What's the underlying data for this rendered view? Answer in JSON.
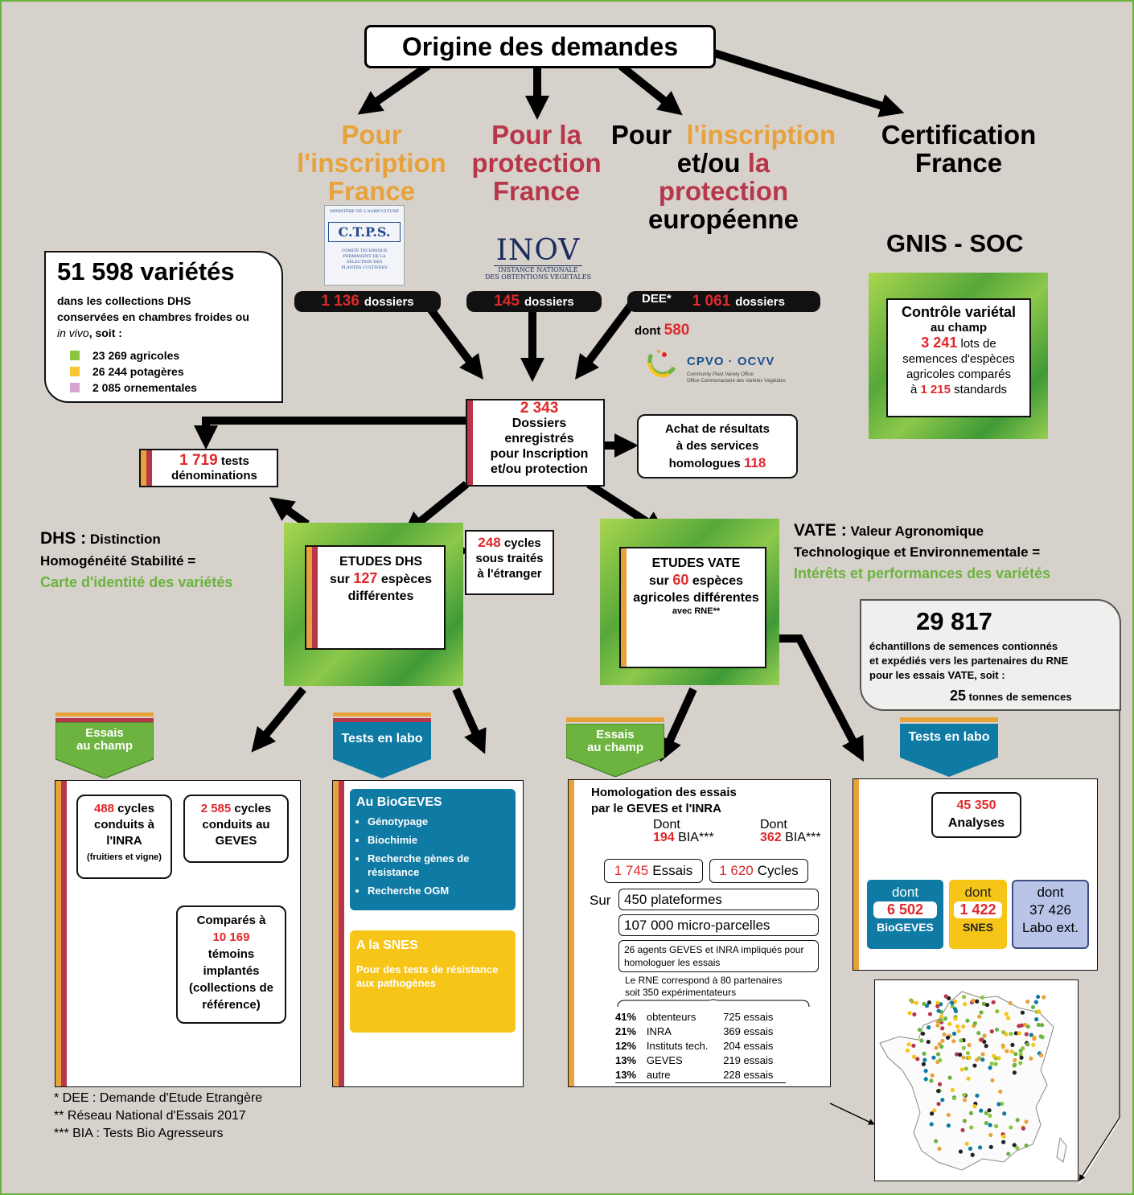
{
  "title": "Origine des demandes",
  "branches": {
    "insc_fr": [
      "Pour",
      "l'inscription",
      "France"
    ],
    "prot_fr": [
      "Pour la",
      "protection",
      "France"
    ],
    "europe": {
      "pour": "Pour",
      "insc": "l'inscription",
      "etou": "et/ou",
      "prot": "la protection",
      "euro": "européenne"
    },
    "cert": [
      "Certification",
      "France"
    ]
  },
  "logos": {
    "ctps": {
      "acro": "C.T.P.S.",
      "top": "MINISTÈRE DE L'AGRICULTURE",
      "sub": "COMITÉ TECHNIQUE PERMANENT DE LA SÉLECTION DES PLANTES CULTIVÉES"
    },
    "inov": {
      "name": "INOV",
      "l1": "INSTANCE NATIONALE",
      "l2": "DES OBTENTIONS VEGETALES"
    },
    "cpvo": {
      "name": "CPVO · OCVV",
      "l1": "Community Plant Variety Office",
      "l2": "Office Communautaire des Variétés Végétales"
    }
  },
  "pills": {
    "p1": {
      "num": "1 136",
      "label": "dossiers"
    },
    "p2": {
      "num": "145",
      "label": "dossiers"
    },
    "p3": {
      "prefix": "DEE*",
      "num": "1 061",
      "label": "dossiers"
    }
  },
  "dont580": {
    "label": "dont",
    "num": "580"
  },
  "collections": {
    "num": "51 598 variétés",
    "desc1": "dans les collections DHS",
    "desc2": "conservées en chambres froides ou",
    "desc3_i": "in vivo",
    "desc3_b": ", soit :",
    "items": [
      {
        "label": "23 269 agricoles",
        "color": "#8cc63f"
      },
      {
        "label": "26 244 potagères",
        "color": "#f7c533"
      },
      {
        "label": "2 085 ornementales",
        "color": "#d6a6d0"
      }
    ]
  },
  "gnis": {
    "title": "GNIS - SOC",
    "l1": "Contrôle variétal",
    "l2": "au champ",
    "num1": "3 241",
    "l3": "lots de",
    "l4": "semences d'espèces",
    "l5": "agricoles comparés",
    "l6a": "à",
    "num2": "1 215",
    "l6b": "standards"
  },
  "dossiers": {
    "num": "2 343",
    "l1": "Dossiers",
    "l2": "enregistrés",
    "l3": "pour Inscription",
    "l4": "et/ou protection"
  },
  "tests_denom": {
    "num": "1 719",
    "l1": "tests",
    "l2": "dénominations"
  },
  "achat": {
    "l1": "Achat de  résultats",
    "l2": "à des services",
    "l3": "homologues",
    "num": "118"
  },
  "dhs_def": {
    "abbr": "DHS :",
    "l1": "Distinction",
    "l2": "Homogénéité Stabilité =",
    "l3": "Carte d'identité des variétés"
  },
  "vate_def": {
    "abbr": "VATE :",
    "l1": "Valeur  Agronomique",
    "l2": "Technologique et Environnementale  =",
    "l3": "Intérêts et performances des variétés"
  },
  "etudes_dhs": {
    "l1": "ETUDES DHS",
    "pre": "sur",
    "num": "127",
    "post": "espèces",
    "l3": "différentes"
  },
  "cycles248": {
    "num": "248",
    "l1": "cycles",
    "l2": "sous traités",
    "l3": "à l'étranger"
  },
  "etudes_vate": {
    "l1": "ETUDES VATE",
    "pre": "sur",
    "num": "60",
    "post": "espèces",
    "l3": "agricoles différentes",
    "l4": "avec RNE**"
  },
  "echantillons": {
    "num": "29 817",
    "l1": "échantillons de semences contionnés",
    "l2": "et expédiés vers les partenaires du RNE",
    "l3": "pour les essais VATE, soit :",
    "num2": "25",
    "l4": "tonnes de semences"
  },
  "tabs": {
    "champ1": [
      "Essais",
      "au champ"
    ],
    "labo1": "Tests en labo",
    "champ2": [
      "Essais",
      "au champ"
    ],
    "labo2": "Tests en labo"
  },
  "champ_dhs": {
    "inra": {
      "num": "488",
      "l1": "cycles",
      "l2": "conduits à",
      "l3": "l'INRA",
      "l4": "(fruitiers et vigne)"
    },
    "geves": {
      "num": "2 585",
      "l1": "cycles",
      "l2": "conduits au",
      "l3": "GEVES"
    },
    "compares": {
      "l1": "Comparés à",
      "num": "10 169",
      "l2": "témoins",
      "l3": "implantés",
      "l4": "(collections de",
      "l5": "référence)"
    }
  },
  "labo_dhs": {
    "biogeves_title": "Au BioGEVES",
    "biogeves_items": [
      "Génotypage",
      "Biochimie",
      "Recherche gènes de résistance",
      "Recherche OGM"
    ],
    "snes_title": "A  la SNES",
    "snes_text": "Pour des tests de résistance aux pathogènes"
  },
  "homolog": {
    "title1": "Homologation des essais",
    "title2": "par le GEVES et l'INRA",
    "dont1": {
      "label": "Dont",
      "num": "194",
      "suffix": "BIA***"
    },
    "dont2": {
      "label": "Dont",
      "num": "362",
      "suffix": "BIA***"
    },
    "essais": {
      "num": "1 745",
      "label": "Essais"
    },
    "cycles": {
      "num": "1 620",
      "label": "Cycles"
    },
    "sur": "Sur",
    "plateformes": "450 plateformes",
    "parcelles": "107 000 micro-parcelles",
    "agents": "26 agents GEVES et INRA impliqués pour homologuer les essais",
    "rne1": "Le RNE correspond à 80 partenaires",
    "rne2": "soit 350 expérimentateurs",
    "rows": [
      {
        "pct": "41%",
        "who": "obtenteurs",
        "n": "725 essais"
      },
      {
        "pct": "21%",
        "who": "INRA",
        "n": "369 essais"
      },
      {
        "pct": "12%",
        "who": "Instituts tech.",
        "n": "204 essais"
      },
      {
        "pct": "13%",
        "who": "GEVES",
        "n": "219 essais"
      },
      {
        "pct": "13%",
        "who": "autre",
        "n": "228 essais"
      }
    ]
  },
  "analyses": {
    "num": "45 350",
    "label": "Analyses",
    "b1": {
      "dont": "dont",
      "num": "6 502",
      "name": "BioGEVES"
    },
    "b2": {
      "dont": "dont",
      "num": "1 422",
      "name": "SNES"
    },
    "b3": {
      "dont": "dont",
      "num": "37 426",
      "name": "Labo ext."
    }
  },
  "footnotes": [
    "* DEE : Demande d'Etude Etrangère",
    "** Réseau National d'Essais 2017",
    "*** BIA : Tests Bio Agresseurs"
  ],
  "colors": {
    "orange": "#e8a23b",
    "crimson": "#b8364a",
    "red": "#e0282b",
    "green": "#6cb33f",
    "teal": "#0f7aa3",
    "yellow": "#f7c518",
    "lavender": "#b9c4e8"
  }
}
